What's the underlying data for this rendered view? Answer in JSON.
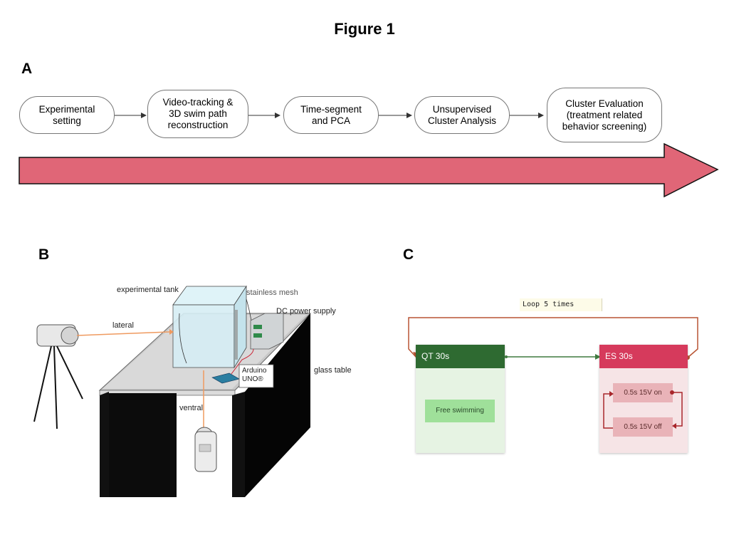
{
  "figure_title": "Figure 1",
  "panels": {
    "a": "A",
    "b": "B",
    "c": "C"
  },
  "pipeline": {
    "steps": [
      "Experimental\nsetting",
      "Video-tracking &\n3D swim path\nreconstruction",
      "Time-segment\nand PCA",
      "Unsupervised\nCluster Analysis",
      "Cluster Evaluation\n(treatment related\nbehavior screening)"
    ],
    "arrow_color": "#e06677"
  },
  "setup": {
    "experimental_tank": "experimental tank",
    "stainless_mesh": "stainless mesh",
    "dc_power_supply": "DC power supply",
    "lateral": "lateral",
    "ventral": "ventral",
    "arduino": "Arduino\nUNO®",
    "glass_table": "glass table",
    "camera_line_color": "#ef9a5f"
  },
  "protocol": {
    "loop_label": "Loop 5 times",
    "qt": {
      "title": "QT 30s",
      "sub": "Free swimming",
      "color": "#2e6a31"
    },
    "es": {
      "title": "ES 30s",
      "sub_on": "0.5s  15V on",
      "sub_off": "0.5s  15V off",
      "color": "#d63a5c"
    },
    "loop_color": "#b85433"
  }
}
